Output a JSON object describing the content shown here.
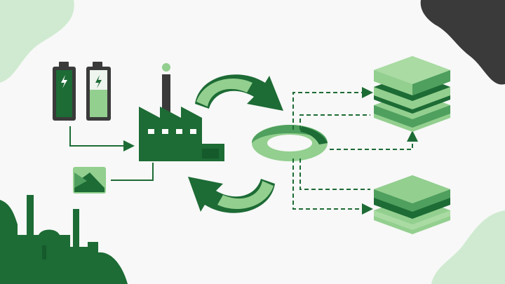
{
  "diagram": {
    "nodes": [
      {
        "id": "battery-full",
        "icon": "battery-icon"
      },
      {
        "id": "battery-partial",
        "icon": "battery-icon"
      },
      {
        "id": "scrap-material",
        "icon": "material-sheet-icon"
      },
      {
        "id": "factory",
        "icon": "factory-icon"
      },
      {
        "id": "recycling-arrows",
        "icon": "cycle-arrows-icon"
      },
      {
        "id": "ring",
        "icon": "ring-icon"
      },
      {
        "id": "output-stack-top",
        "icon": "layer-stack-icon"
      },
      {
        "id": "output-stack-bottom",
        "icon": "layer-stack-icon"
      }
    ],
    "edges": [
      {
        "from": "battery-full",
        "to": "factory",
        "style": "solid"
      },
      {
        "from": "scrap-material",
        "to": "factory",
        "style": "solid"
      },
      {
        "from": "factory",
        "to": "ring",
        "style": "curved-arrow"
      },
      {
        "from": "ring",
        "to": "factory",
        "style": "curved-arrow"
      },
      {
        "from": "ring",
        "to": "output-stack-top",
        "style": "dashed"
      },
      {
        "from": "ring",
        "to": "output-stack-bottom",
        "style": "dashed"
      }
    ]
  },
  "colors": {
    "dark_green": "#1d6b35",
    "mid_green": "#4f9f5e",
    "light_green": "#93cf8f",
    "pale_green": "#cfead0",
    "charcoal": "#3a3a3a",
    "background": "#f7f8f7"
  }
}
